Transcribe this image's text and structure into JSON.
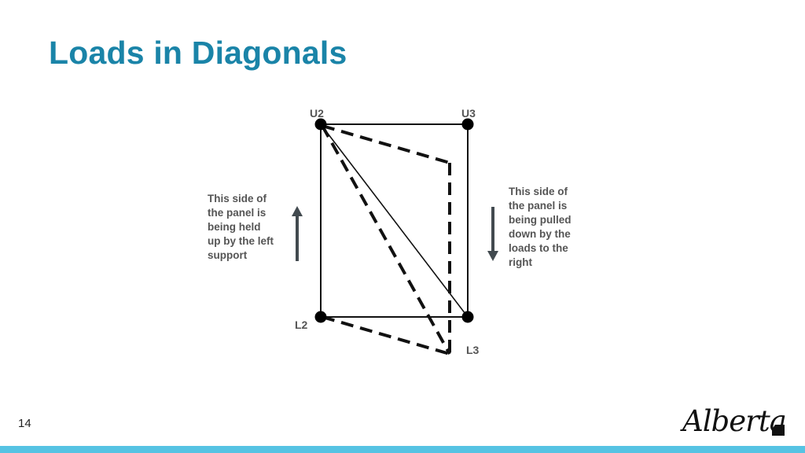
{
  "slide": {
    "title": "Loads in Diagonals",
    "page_number": "14"
  },
  "diagram": {
    "nodes": {
      "u2": "U2",
      "u3": "U3",
      "l2": "L2",
      "l3": "L3"
    },
    "left_note": "This side of\nthe panel is\nbeing held\nup by the left\nsupport",
    "right_note": "This side of\nthe panel is\nbeing pulled\ndown by the\nloads to the\nright"
  },
  "logo": {
    "text": "Alberta"
  },
  "colors": {
    "title": "#1a84a8",
    "bottom_bar": "#56c3e3",
    "arrow": "#424a4f",
    "text": "#555555"
  }
}
